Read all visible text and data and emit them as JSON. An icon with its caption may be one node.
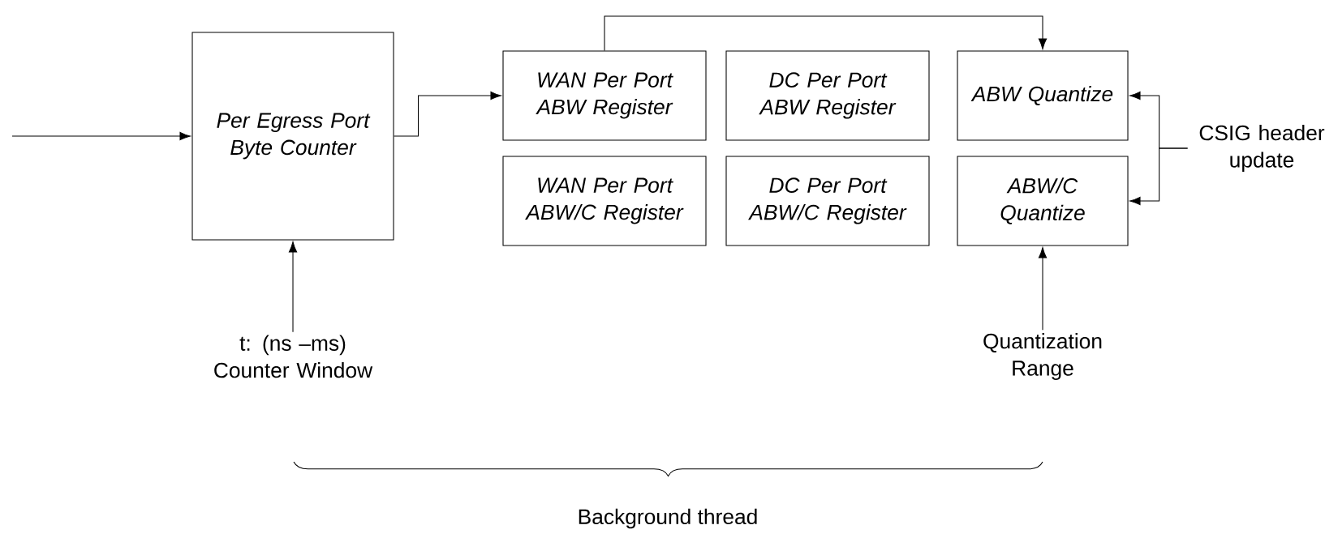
{
  "diagram": {
    "nodes": [
      {
        "text": [
          "Per Egress Port Byte Counter"
        ]
      },
      {
        "text": [
          "WAN Per Port ABW Register"
        ]
      },
      {
        "text": [
          "WAN Per Port ABW/C Register"
        ]
      },
      {
        "text": [
          "DC Per Port ABW Register"
        ]
      },
      {
        "text": [
          "DC Per Port ABW/C Register"
        ]
      },
      {
        "text": [
          "ABW Quantize"
        ]
      },
      {
        "text": [
          "ABW/C Quantize"
        ]
      },
      {
        "text": [
          "CSIG header update"
        ]
      },
      {
        "text": [
          "t: (ns –ms) Counter Window"
        ]
      },
      {
        "text": [
          "Quantization Range"
        ]
      }
    ],
    "edges": [
      {
        "from": null,
        "to": 0,
        "arrow": "to"
      },
      {
        "from": 0,
        "to": 1,
        "arrow": "to"
      },
      {
        "from": 1,
        "to": 5,
        "arrow": "to"
      },
      {
        "from": 7,
        "to": 5,
        "arrow": "to"
      },
      {
        "from": 7,
        "to": 6,
        "arrow": "to"
      },
      {
        "from": 8,
        "to": 0,
        "arrow": "to"
      },
      {
        "from": 9,
        "to": 6,
        "arrow": "to"
      }
    ],
    "labels": [
      "Background thread"
    ]
  }
}
